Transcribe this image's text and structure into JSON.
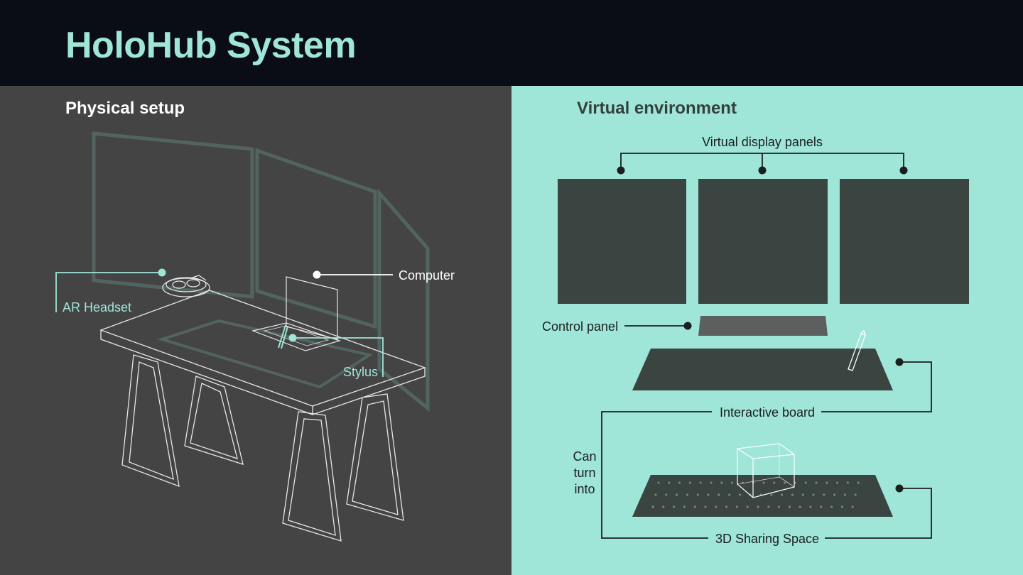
{
  "title": "HoloHub System",
  "colors": {
    "header_bg": "#0a0d16",
    "accent": "#9fe5d8",
    "left_bg": "#444444",
    "right_bg": "#9fe5d8",
    "panel_dark": "#3a4542"
  },
  "physical": {
    "heading": "Physical setup",
    "labels": {
      "headset": "AR Headset",
      "computer": "Computer",
      "stylus": "Stylus"
    }
  },
  "virtual": {
    "heading": "Virtual environment",
    "labels": {
      "display_panels": "Virtual display panels",
      "control_panel": "Control panel",
      "interactive_board": "Interactive board",
      "can_turn_into": [
        "Can",
        "turn",
        "into"
      ],
      "sharing_space": "3D Sharing Space"
    }
  }
}
